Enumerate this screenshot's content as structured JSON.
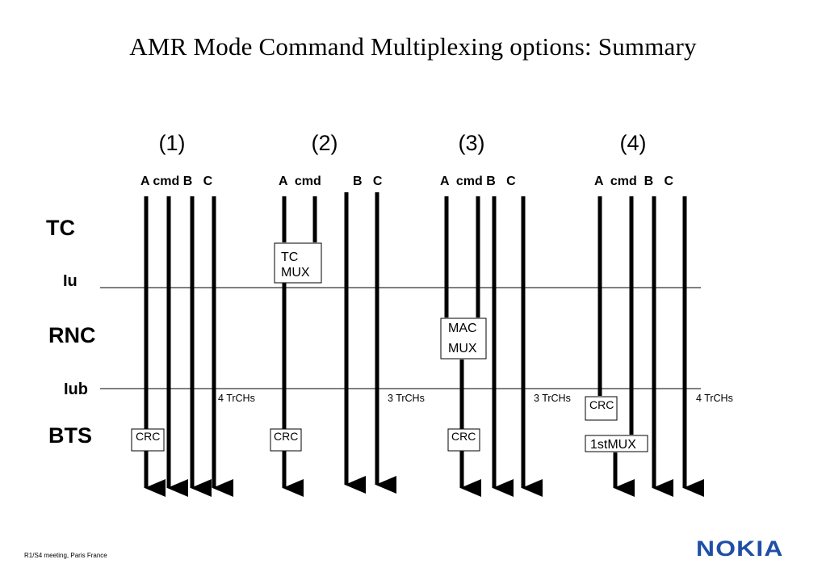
{
  "title": "AMR Mode Command Multiplexing options: Summary",
  "scenarios": [
    "(1)",
    "(2)",
    "(3)",
    "(4)"
  ],
  "column_labels": {
    "s1": "A cmd B   C",
    "s2a": "A  cmd",
    "s2b": "B   C",
    "s3": "A  cmd B   C",
    "s4": "A  cmd  B   C"
  },
  "layers": {
    "tc": "TC",
    "iu": "Iu",
    "rnc": "RNC",
    "iub": "Iub",
    "bts": "BTS"
  },
  "boxes": {
    "tc_mux_line1": "TC",
    "tc_mux_line2": "MUX",
    "mac_mux_line1": "MAC",
    "mac_mux_line2": "MUX",
    "crc": "CRC",
    "first_mux": "1stMUX"
  },
  "trch_counts": [
    "4 TrCHs",
    "3 TrCHs",
    "3 TrCHs",
    "4 TrCHs"
  ],
  "footer": "R1/S4 meeting, Paris France",
  "logo": "NOKIA",
  "colors": {
    "line": "#000000",
    "logo": "#1f4fa6"
  }
}
